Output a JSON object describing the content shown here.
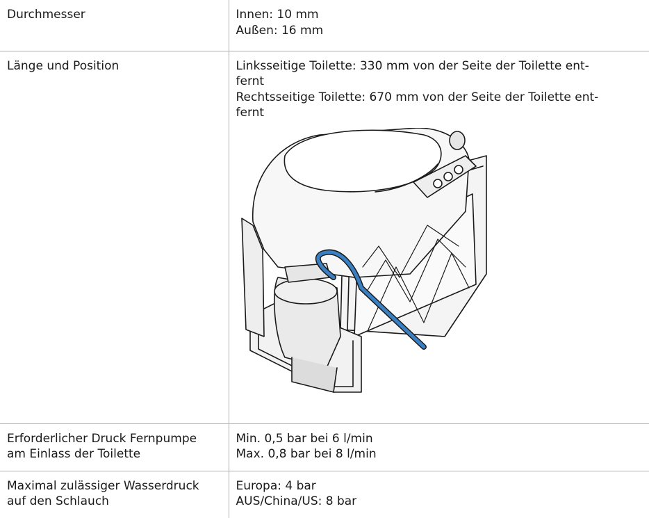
{
  "rows": [
    {
      "label_lines": [
        "Durchmesser"
      ],
      "value_lines": [
        "Innen: 10 mm",
        "Außen: 16 mm"
      ]
    },
    {
      "label_lines": [
        "Länge und Position"
      ],
      "value_lines": [
        "Linksseitige Toilette: 330 mm von der Seite der Toilette ent-",
        "fernt",
        "Rechtsseitige Toilette: 670 mm von der Seite der Toilette ent-",
        "fernt"
      ],
      "figure_icon": "toilet-with-hose-illustration",
      "hose_color": "#3a7fc1"
    },
    {
      "label_lines": [
        "Erforderlicher Druck Fernpumpe",
        "am Einlass der Toilette"
      ],
      "value_lines": [
        "Min. 0,5 bar bei 6 l/min",
        "Max. 0,8 bar bei 8 l/min"
      ]
    },
    {
      "label_lines": [
        "Maximal zulässiger Wasserdruck",
        "auf den Schlauch"
      ],
      "value_lines": [
        "Europa: 4 bar",
        "AUS/China/US: 8 bar"
      ]
    }
  ],
  "colors": {
    "table_border": "#8fb7d4",
    "text": "#1a1a1a"
  }
}
